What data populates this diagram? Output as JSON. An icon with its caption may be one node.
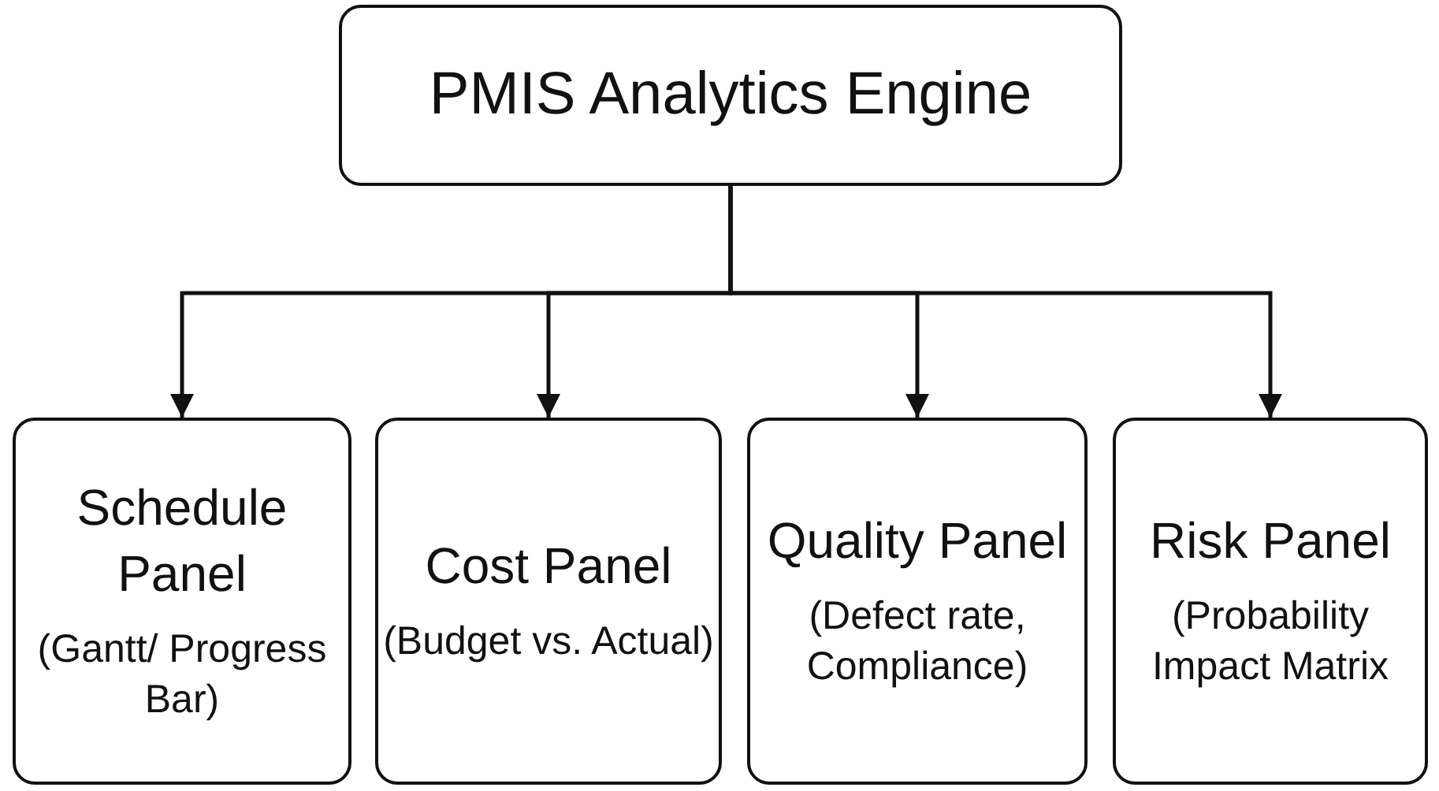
{
  "diagram": {
    "nodes": [
      {
        "text": [
          "PMIS Analytics Engine"
        ]
      },
      {
        "text": [
          "Schedule Panel",
          "(Gantt/ Progress Bar)"
        ]
      },
      {
        "text": [
          "Cost Panel",
          "(Budget vs. Actual)"
        ]
      },
      {
        "text": [
          "Quality Panel",
          "(Defect rate, Compliance)"
        ]
      },
      {
        "text": [
          "Risk Panel",
          "(Probability Impact Matrix"
        ]
      }
    ],
    "edges": [
      {
        "from": 0,
        "to": 1,
        "arrow": "to"
      },
      {
        "from": 0,
        "to": 2,
        "arrow": "to"
      },
      {
        "from": 0,
        "to": 3,
        "arrow": "to"
      },
      {
        "from": 0,
        "to": 4,
        "arrow": "to"
      }
    ]
  }
}
